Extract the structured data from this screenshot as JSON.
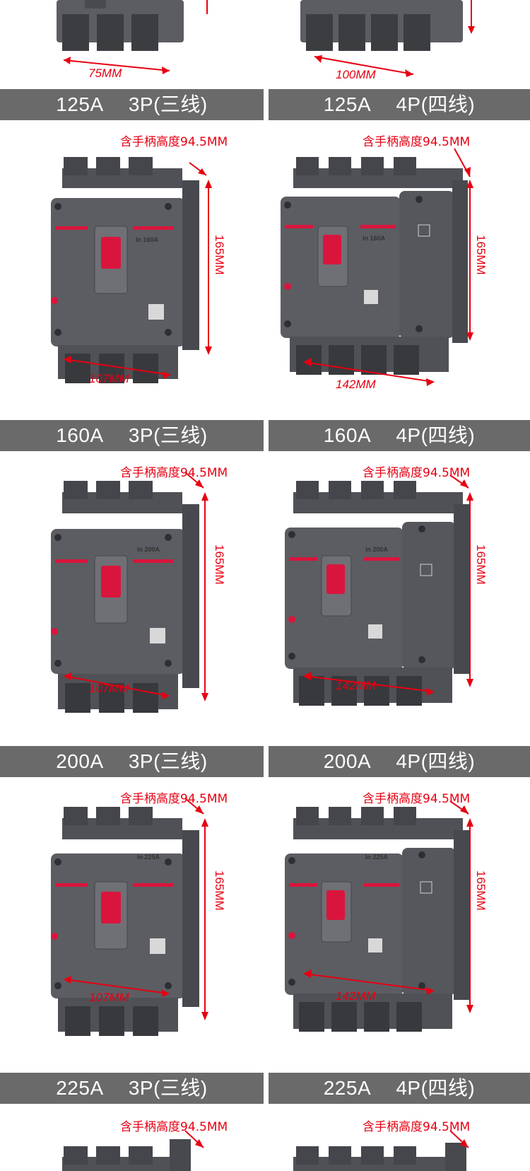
{
  "top_row": {
    "cells": [
      {
        "width_dim": "75MM"
      },
      {
        "width_dim": "100MM"
      }
    ]
  },
  "bands": [
    {
      "left": "125A　 3P(三线)",
      "right": "125A　 4P(四线)"
    },
    {
      "left": "160A　 3P(三线)",
      "right": "160A　 4P(四线)"
    },
    {
      "left": "200A　 3P(三线)",
      "right": "200A　 4P(四线)"
    },
    {
      "left": "225A　 3P(三线)",
      "right": "225A　 4P(四线)"
    }
  ],
  "rows": [
    {
      "handle_note": "含手柄高度94.5MM",
      "height_dim": "165MM",
      "left": {
        "width_dim": "107MM",
        "rating": "In 160A"
      },
      "right": {
        "width_dim": "142MM",
        "rating": "In 160A"
      }
    },
    {
      "handle_note": "含手柄高度94.5MM",
      "height_dim": "165MM",
      "left": {
        "width_dim": "107MM",
        "rating": "In 200A"
      },
      "right": {
        "width_dim": "142MM",
        "rating": "In 200A"
      }
    },
    {
      "handle_note": "含手柄高度94.5MM",
      "height_dim": "165MM",
      "left": {
        "width_dim": "107MM",
        "rating": "In 225A"
      },
      "right": {
        "width_dim": "142MM",
        "rating": "In 225A"
      }
    }
  ],
  "bottom_row": {
    "handle_note": "含手柄高度94.5MM"
  },
  "colors": {
    "band": "#6a6a6a",
    "annotation_red": "#e60012",
    "breaker_body": "#5c5d62",
    "handle_red": "#d9153d"
  }
}
